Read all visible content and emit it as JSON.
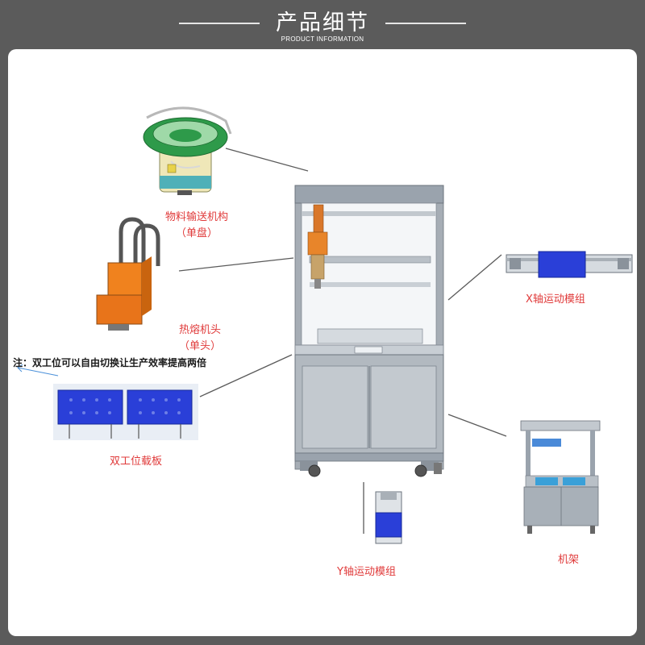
{
  "header": {
    "title": "产品细节",
    "subtitle": "PRODUCT INFORMATION"
  },
  "labels": {
    "feeder_line1": "物料输送机构",
    "feeder_line2": "（单盘）",
    "hot_melt_line1": "热熔机头",
    "hot_melt_line2": "（单头）",
    "x_axis": "X轴运动模组",
    "y_axis": "Y轴运动模组",
    "dual_station": "双工位载板",
    "frame": "机架"
  },
  "note": "注：双工位可以自由切换让生产效率提高两倍",
  "colors": {
    "background": "#5b5b5b",
    "panel": "#ffffff",
    "label_red": "#e03a3a",
    "plate_blue": "#2a3fd8",
    "head_orange": "#f0821e",
    "bowl_green": "#2e9a4a"
  }
}
